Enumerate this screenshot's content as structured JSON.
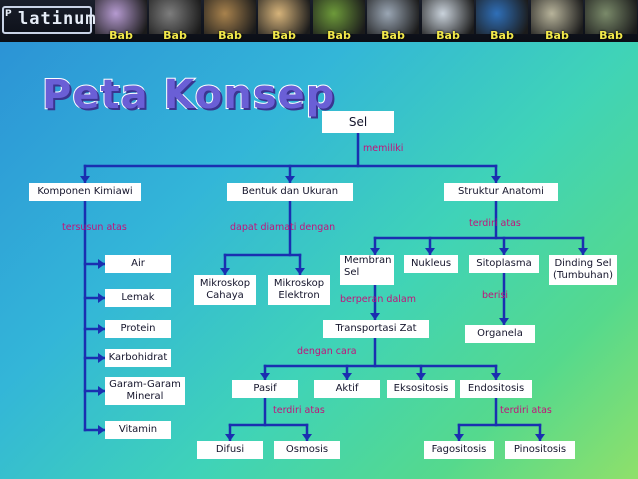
{
  "topbar": {
    "logo_text": "latinum",
    "logo_side": "P",
    "tabs": [
      {
        "label": "Bab",
        "color": "#b59ad0"
      },
      {
        "label": "Bab",
        "color": "#7d7d7d"
      },
      {
        "label": "Bab",
        "color": "#a8824d"
      },
      {
        "label": "Bab",
        "color": "#d6b37a"
      },
      {
        "label": "Bab",
        "color": "#6d9a3a"
      },
      {
        "label": "Bab",
        "color": "#9aa6b4"
      },
      {
        "label": "Bab",
        "color": "#c9d2db"
      },
      {
        "label": "Bab",
        "color": "#2f6fb8"
      },
      {
        "label": "Bab",
        "color": "#b7b39a"
      },
      {
        "label": "Bab",
        "color": "#7a8a6a"
      }
    ]
  },
  "title": "Peta Konsep",
  "nodes": {
    "sel": "Sel",
    "komponen": "Komponen Kimiawi",
    "bentuk": "Bentuk dan Ukuran",
    "struktur": "Struktur Anatomi",
    "air": "Air",
    "lemak": "Lemak",
    "protein": "Protein",
    "karbohidrat": "Karbohidrat",
    "garam_line1": "Garam-Garam",
    "garam_line2": "Mineral",
    "vitamin": "Vitamin",
    "mikro_cahaya_line1": "Mikroskop",
    "mikro_cahaya_line2": "Cahaya",
    "mikro_elektron_line1": "Mikroskop",
    "mikro_elektron_line2": "Elektron",
    "membran_line1": "Membran",
    "membran_line2": "Sel",
    "nukleus": "Nukleus",
    "sitoplasma": "Sitoplasma",
    "dinding_line1": "Dinding Sel",
    "dinding_line2": "(Tumbuhan)",
    "organela": "Organela",
    "transport": "Transportasi Zat",
    "pasif": "Pasif",
    "aktif": "Aktif",
    "eksositosis": "Eksositosis",
    "endositosis": "Endositosis",
    "difusi": "Difusi",
    "osmosis": "Osmosis",
    "fagositosis": "Fagositosis",
    "pinositosis": "Pinositosis"
  },
  "links": {
    "memiliki": "memiliki",
    "tersusun": "tersusun atas",
    "diamati": "dapat diamati dengan",
    "terdiri": "terdiri atas",
    "berisi": "berisi",
    "berperan": "berperan dalam",
    "dengan_cara": "dengan cara",
    "terdiri_pasif": "terdiri atas",
    "terdiri_endo": "terdiri atas"
  },
  "colors": {
    "line": "#1a2fb0",
    "link_text": "#c2137a",
    "title_fill": "#6a5fd6"
  }
}
